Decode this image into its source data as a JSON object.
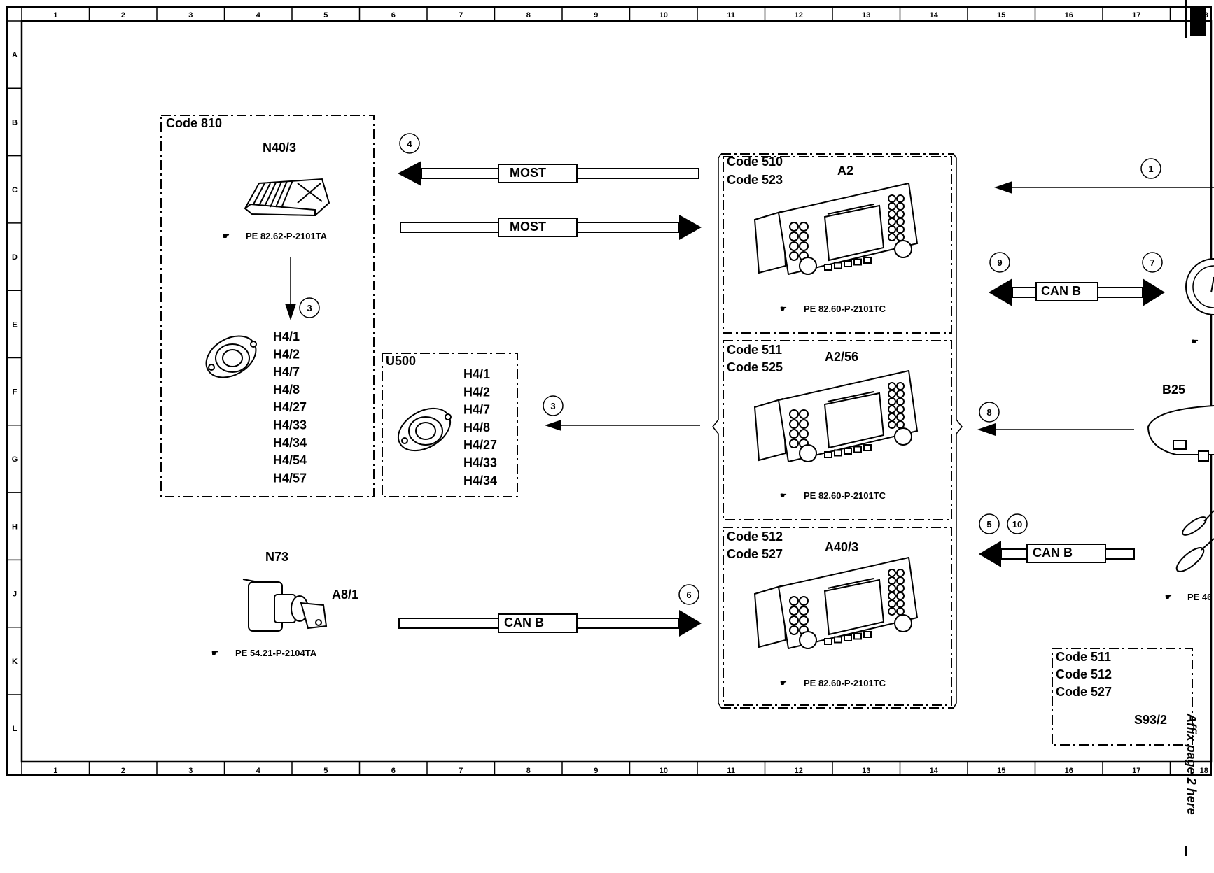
{
  "ruler": {
    "columns": [
      "1",
      "2",
      "3",
      "4",
      "5",
      "6",
      "7",
      "8",
      "9",
      "10",
      "11",
      "12",
      "13",
      "14",
      "15",
      "16",
      "17",
      "18"
    ],
    "rows": [
      "A",
      "B",
      "C",
      "D",
      "E",
      "F",
      "G",
      "H",
      "J",
      "K",
      "L"
    ]
  },
  "groups": {
    "g810": {
      "code": "Code 810",
      "comp": "N40/3",
      "ref": "PE 82.62-P-2101TA",
      "speakers": [
        "H4/1",
        "H4/2",
        "H4/7",
        "H4/8",
        "H4/27",
        "H4/33",
        "H4/34",
        "H4/54",
        "H4/57"
      ]
    },
    "u500": {
      "code": "U500",
      "speakers": [
        "H4/1",
        "H4/2",
        "H4/7",
        "H4/8",
        "H4/27",
        "H4/33",
        "H4/34"
      ]
    },
    "n73": {
      "comp": "N73",
      "sub": "A8/1",
      "ref": "PE 54.21-P-2104TA"
    },
    "a2": {
      "code1": "Code 510",
      "code2": "Code 523",
      "comp": "A2",
      "ref": "PE 82.60-P-2101TC"
    },
    "a256": {
      "code1": "Code 511",
      "code2": "Code 525",
      "comp": "A2/56",
      "ref": "PE 82.60-P-2101TC"
    },
    "a403": {
      "code1": "Code 512",
      "code2": "Code 527",
      "comp": "A40/3",
      "ref": "PE 82.60-P-2101TC"
    },
    "s932": {
      "code1": "Code 511",
      "code2": "Code 512",
      "code3": "Code 527",
      "comp": "S93/2"
    },
    "b25": {
      "comp": "B25",
      "ref": "PE 46"
    }
  },
  "buses": {
    "most1": "MOST",
    "most2": "MOST",
    "canb1": "CAN B",
    "canb2": "CAN B",
    "canb3": "CAN B"
  },
  "markers": [
    "1",
    "3",
    "3",
    "4",
    "5",
    "6",
    "7",
    "8",
    "9",
    "10"
  ],
  "note": "Affix page 2 here"
}
